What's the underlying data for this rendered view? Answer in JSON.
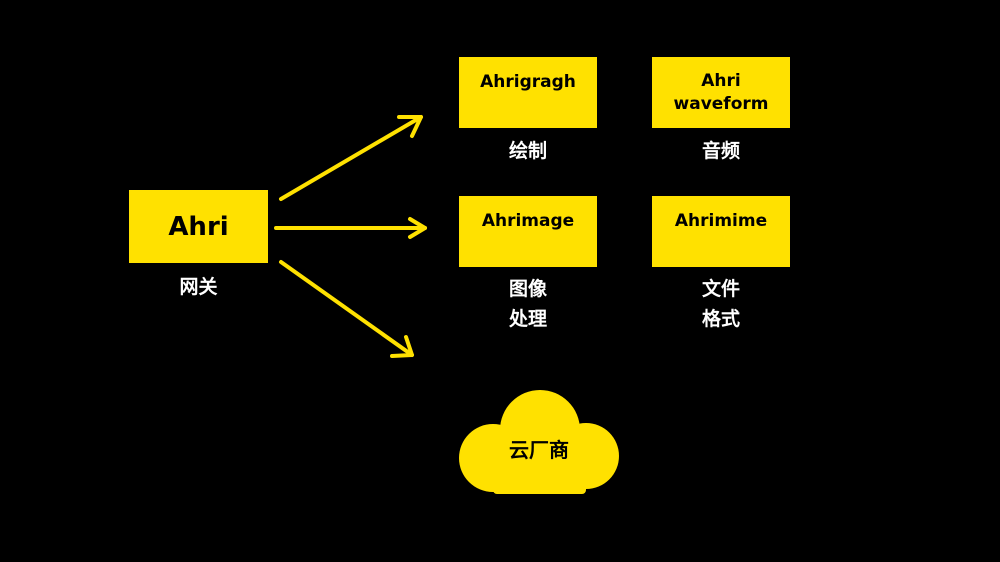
{
  "colors": {
    "background": "#000000",
    "accent": "#FFE100",
    "box_text": "#000000",
    "caption_text": "#FFFFFF"
  },
  "gateway": {
    "title": "Ahri",
    "caption": "网关"
  },
  "services": [
    {
      "title_lines": [
        "Ahrigragh"
      ],
      "caption_lines": [
        "绘制"
      ]
    },
    {
      "title_lines": [
        "Ahri",
        "waveform"
      ],
      "caption_lines": [
        "音频"
      ]
    },
    {
      "title_lines": [
        "Ahrimage"
      ],
      "caption_lines": [
        "图像",
        "处理"
      ]
    },
    {
      "title_lines": [
        "Ahrimime"
      ],
      "caption_lines": [
        "文件",
        "格式"
      ]
    }
  ],
  "cloud": {
    "label": "云厂商"
  }
}
